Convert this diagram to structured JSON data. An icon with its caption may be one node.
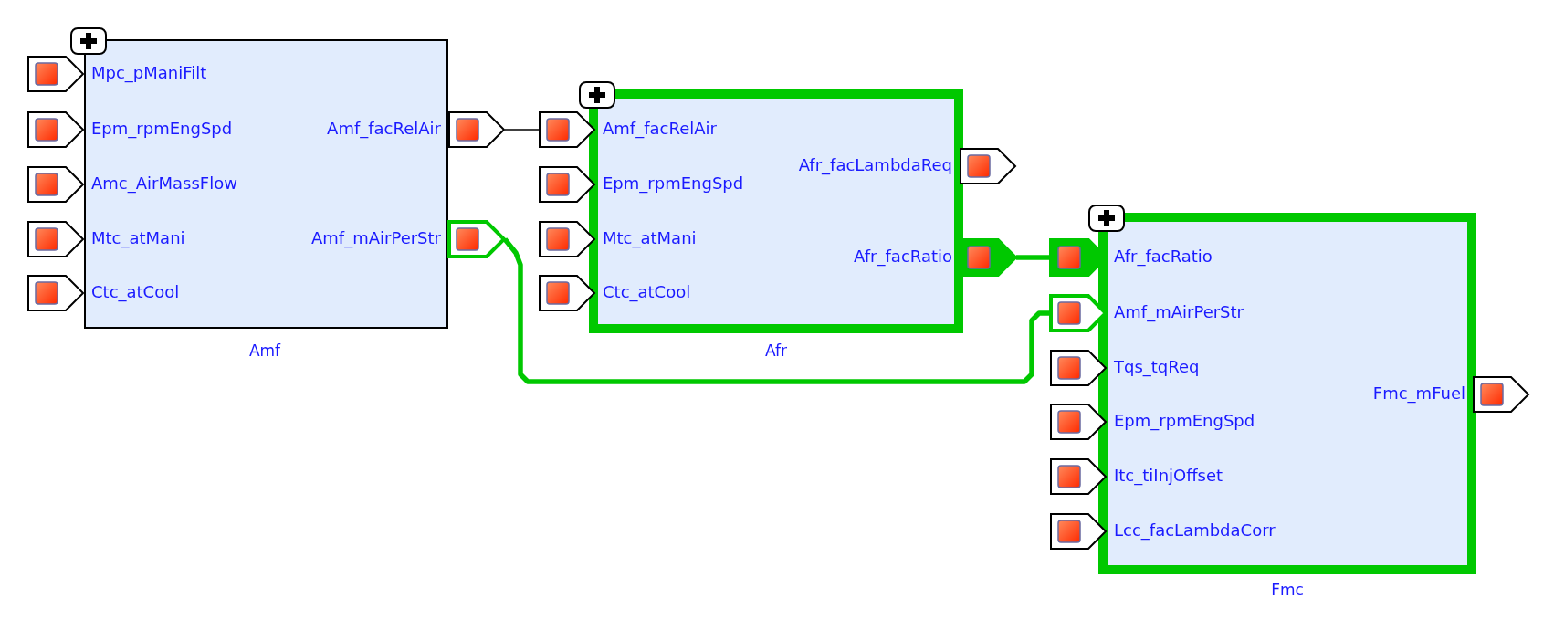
{
  "diagram": {
    "nodes": [
      {
        "text": [
          "Amf"
        ]
      },
      {
        "text": [],
        "shape": "box",
        "beside": [
          "Mpc_pManiFilt"
        ]
      },
      {
        "text": [],
        "shape": "box",
        "beside": [
          "Epm_rpmEngSpd"
        ]
      },
      {
        "text": [],
        "shape": "box",
        "beside": [
          "Amc_AirMassFlow"
        ]
      },
      {
        "text": [],
        "shape": "box",
        "beside": [
          "Mtc_atMani"
        ]
      },
      {
        "text": [],
        "shape": "box",
        "beside": [
          "Ctc_atCool"
        ]
      },
      {
        "text": [],
        "shape": "box",
        "beside": [
          "Amf_facRelAir"
        ]
      },
      {
        "text": [],
        "shape": "box",
        "beside": [
          "Amf_mAirPerStr"
        ]
      },
      {
        "text": [
          "Afr"
        ]
      },
      {
        "text": [],
        "shape": "box",
        "beside": [
          "Amf_facRelAir"
        ]
      },
      {
        "text": [],
        "shape": "box",
        "beside": [
          "Epm_rpmEngSpd"
        ]
      },
      {
        "text": [],
        "shape": "box",
        "beside": [
          "Mtc_atMani"
        ]
      },
      {
        "text": [],
        "shape": "box",
        "beside": [
          "Ctc_atCool"
        ]
      },
      {
        "text": [],
        "shape": "box",
        "beside": [
          "Afr_facLambdaReq"
        ]
      },
      {
        "text": [],
        "shape": "box",
        "beside": [
          "Afr_facRatio"
        ]
      },
      {
        "text": [
          "Fmc"
        ]
      },
      {
        "text": [],
        "shape": "box",
        "beside": [
          "Afr_facRatio"
        ]
      },
      {
        "text": [],
        "shape": "box",
        "beside": [
          "Amf_mAirPerStr"
        ]
      },
      {
        "text": [],
        "shape": "box",
        "beside": [
          "Tqs_tqReq"
        ]
      },
      {
        "text": [],
        "shape": "box",
        "beside": [
          "Epm_rpmEngSpd"
        ]
      },
      {
        "text": [],
        "shape": "box",
        "beside": [
          "Itc_tiInjOffset"
        ]
      },
      {
        "text": [],
        "shape": "box",
        "beside": [
          "Lcc_facLambdaCorr"
        ]
      },
      {
        "text": [],
        "shape": "box",
        "beside": [
          "Fmc_mFuel"
        ]
      }
    ],
    "edges": [
      {
        "from": 6,
        "to": 9,
        "arrow": "none",
        "color": "#000000"
      },
      {
        "from": 7,
        "to": 17,
        "arrow": "none"
      },
      {
        "from": 14,
        "to": 16,
        "arrow": "none"
      }
    ]
  }
}
